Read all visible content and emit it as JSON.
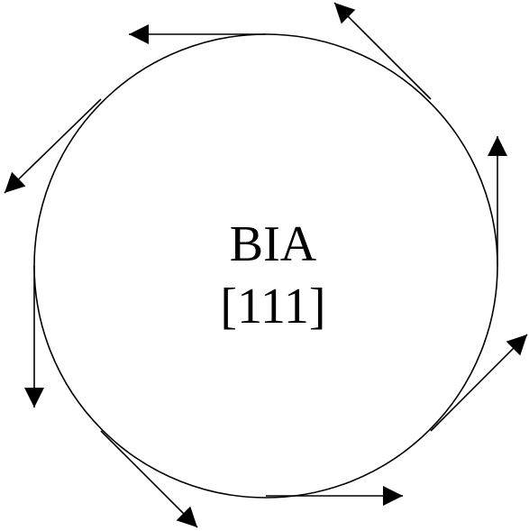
{
  "diagram": {
    "label_line1": "BIA",
    "label_line2": "[111]",
    "stroke_color": "#000000",
    "background_color": "#ffffff",
    "arrows": [
      {
        "id": "top",
        "direction": "left"
      },
      {
        "id": "upper-right",
        "direction": "up-left"
      },
      {
        "id": "right",
        "direction": "up"
      },
      {
        "id": "lower-right",
        "direction": "up-right"
      },
      {
        "id": "bottom",
        "direction": "right"
      },
      {
        "id": "lower-left",
        "direction": "down-right"
      },
      {
        "id": "left",
        "direction": "down"
      },
      {
        "id": "upper-left",
        "direction": "down-left"
      }
    ]
  }
}
